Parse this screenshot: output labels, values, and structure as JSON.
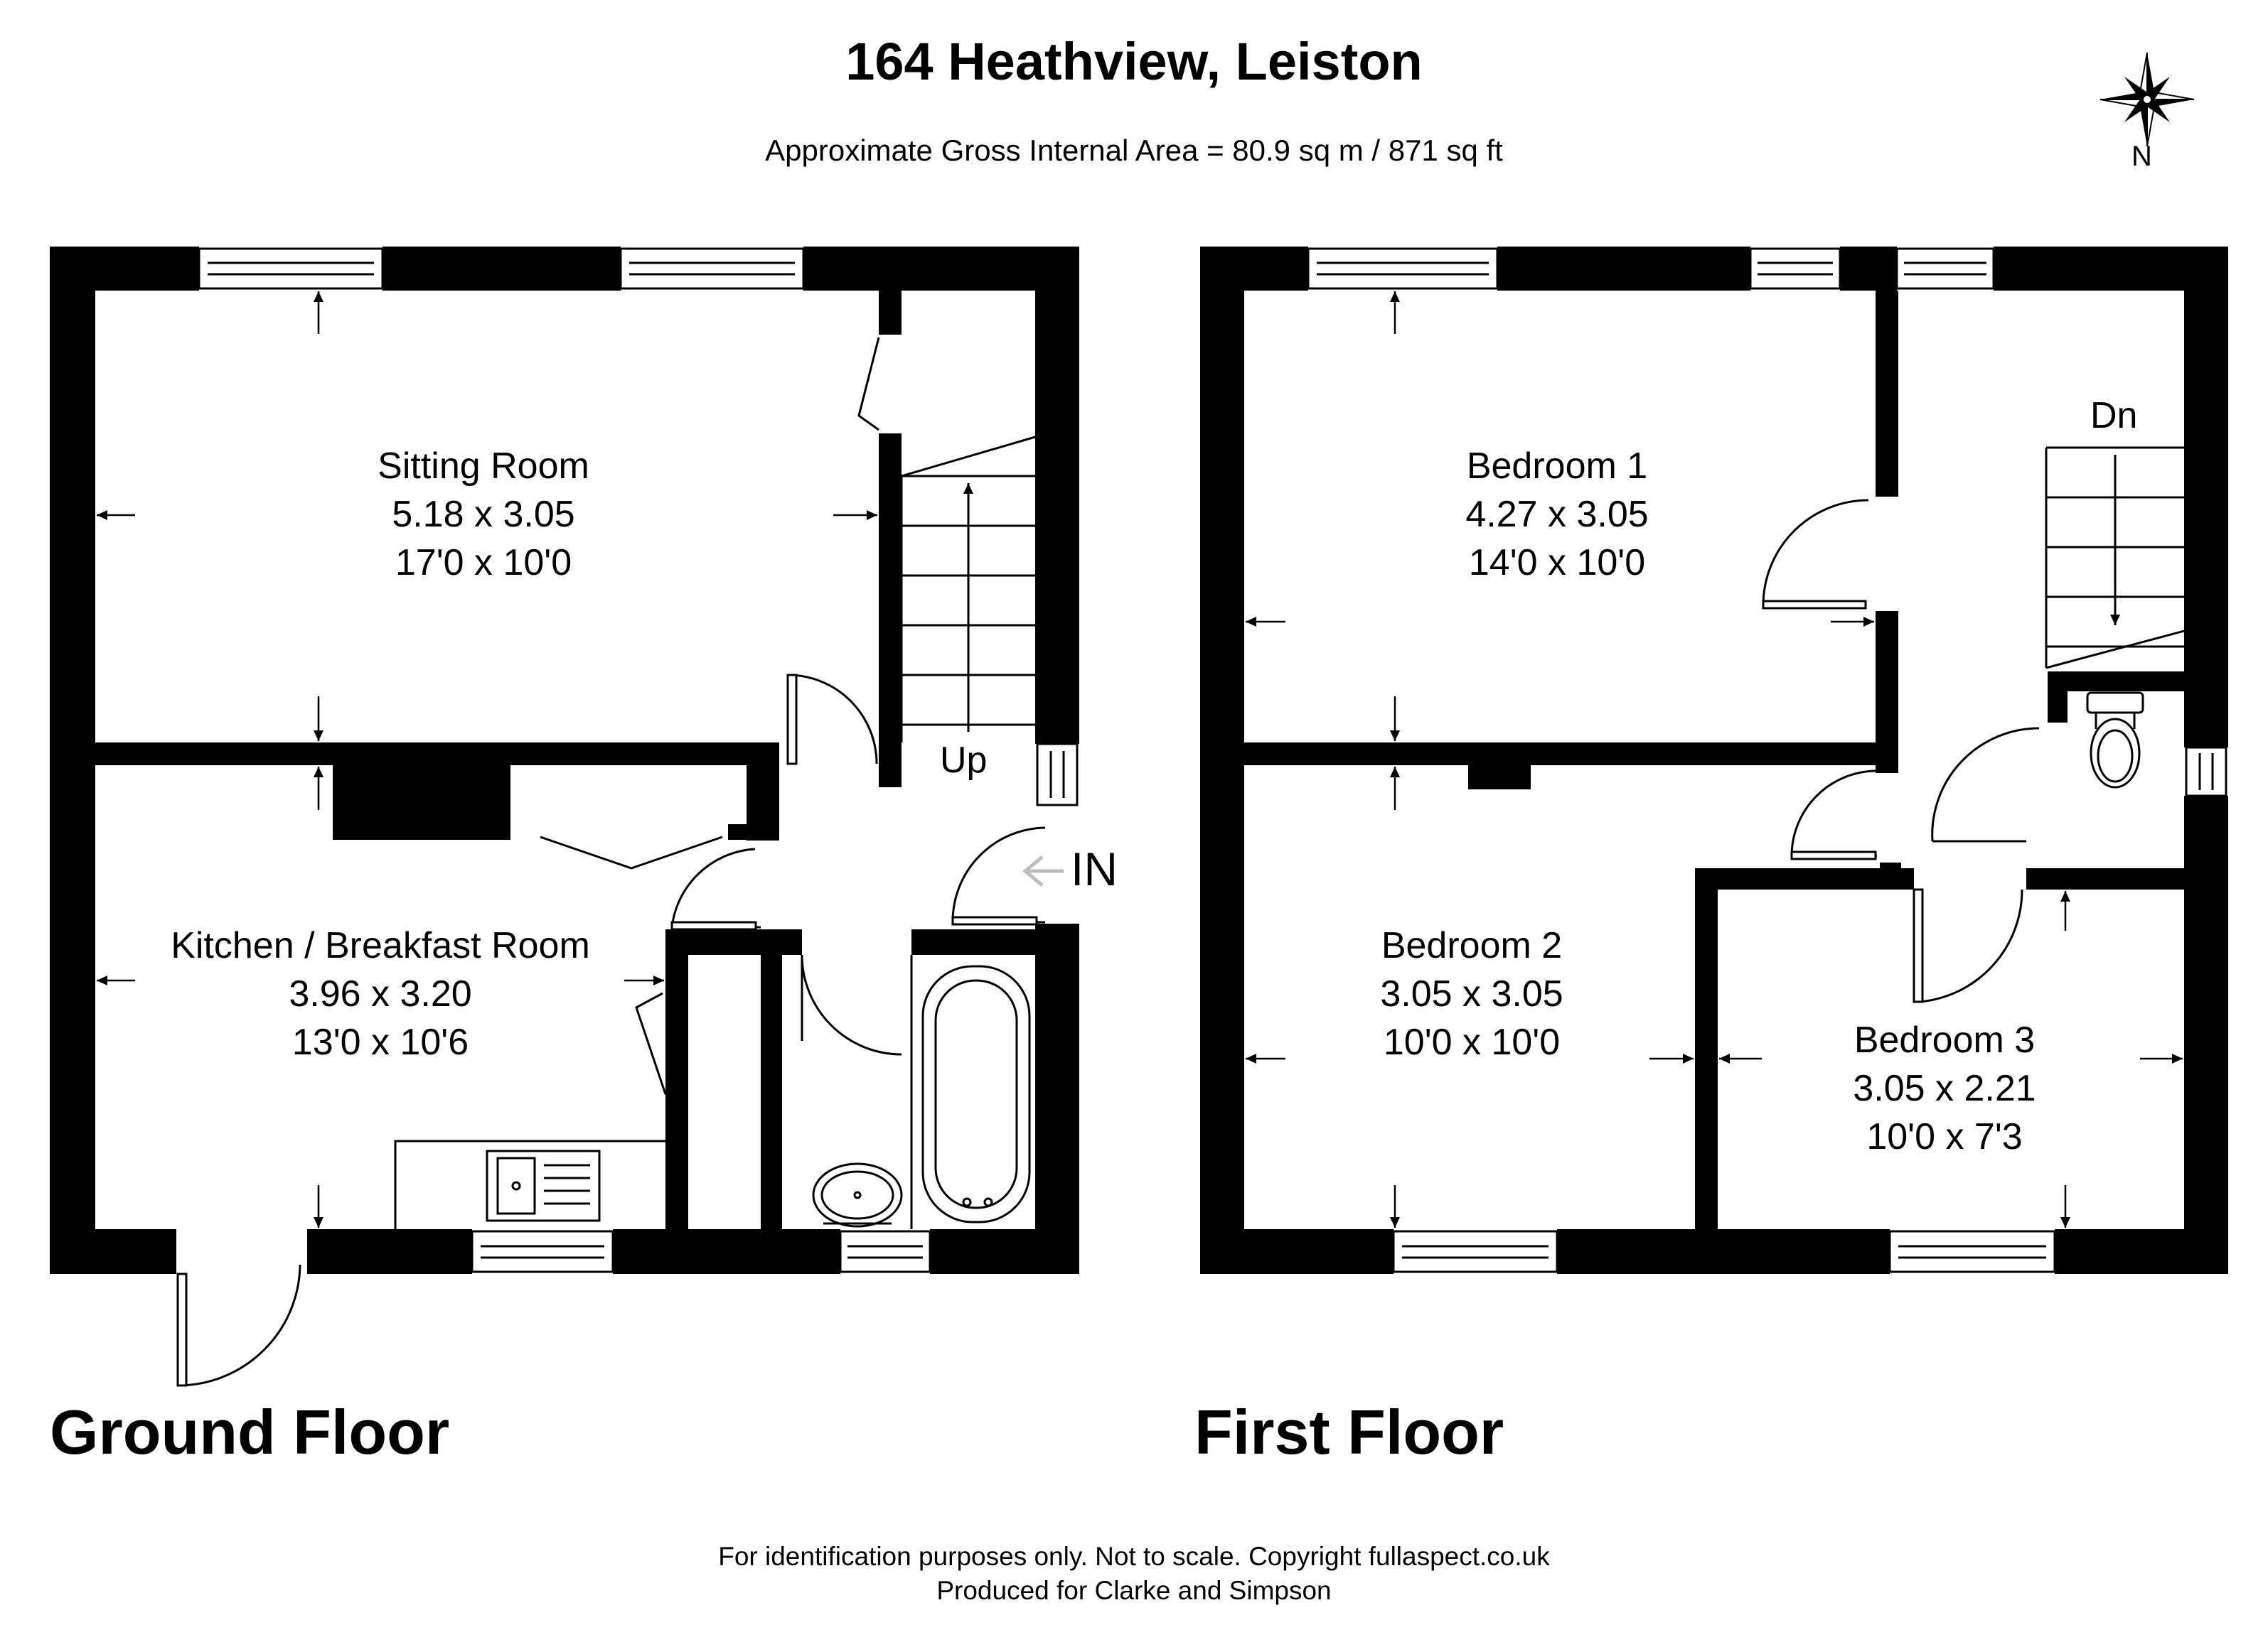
{
  "header": {
    "title": "164 Heathview, Leiston",
    "area": "Approximate Gross Internal Area = 80.9 sq m / 871 sq ft"
  },
  "compass": {
    "north_label": "N",
    "icon": "compass-rose-icon"
  },
  "floors": {
    "ground": {
      "title": "Ground Floor",
      "rooms": {
        "sitting": {
          "name": "Sitting Room",
          "metric": "5.18 x 3.05",
          "imperial": "17'0 x 10'0"
        },
        "kitchen": {
          "name": "Kitchen / Breakfast Room",
          "metric": "3.96 x 3.20",
          "imperial": "13'0 x 10'6"
        }
      },
      "stairs_label": "Up",
      "entrance_label": "IN"
    },
    "first": {
      "title": "First Floor",
      "rooms": {
        "bedroom1": {
          "name": "Bedroom 1",
          "metric": "4.27 x 3.05",
          "imperial": "14'0 x 10'0"
        },
        "bedroom2": {
          "name": "Bedroom 2",
          "metric": "3.05 x 3.05",
          "imperial": "10'0 x 10'0"
        },
        "bedroom3": {
          "name": "Bedroom 3",
          "metric": "3.05 x 2.21",
          "imperial": "10'0 x 7'3"
        }
      },
      "stairs_label": "Dn"
    }
  },
  "footer": {
    "line1": "For identification purposes only. Not to scale. Copyright fullaspect.co.uk",
    "line2": "Produced for Clarke and Simpson"
  },
  "colors": {
    "wall": "#000000",
    "background": "#ffffff",
    "line": "#000000",
    "entrance_arrow": "#bdbdbd"
  }
}
